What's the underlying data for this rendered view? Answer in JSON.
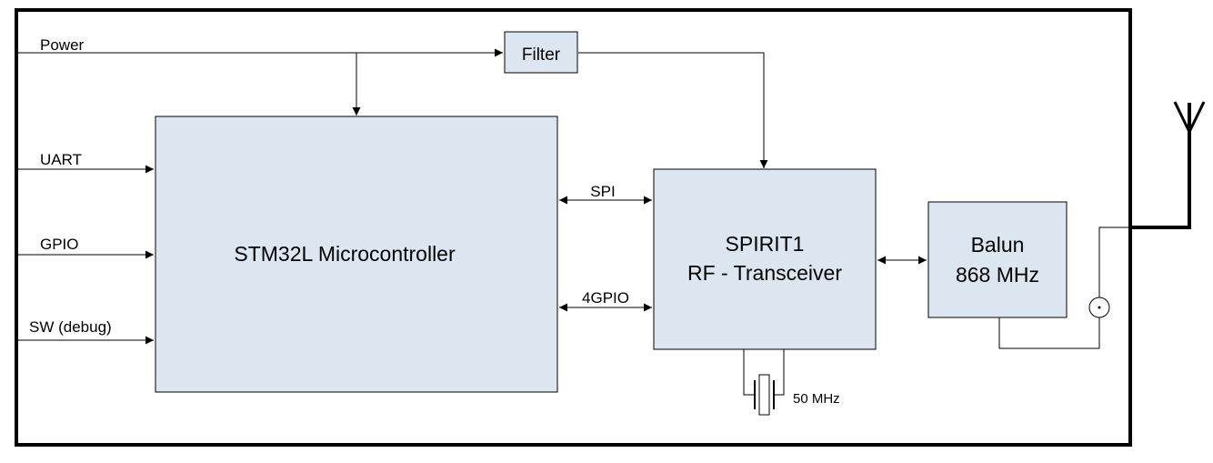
{
  "diagram": {
    "inputs": {
      "power": "Power",
      "uart": "UART",
      "gpio": "GPIO",
      "sw": "SW (debug)"
    },
    "blocks": {
      "filter": "Filter",
      "mcu": "STM32L Microcontroller",
      "transceiver_line1": "SPIRIT1",
      "transceiver_line2": "RF - Transceiver",
      "balun_line1": "Balun",
      "balun_line2": "868 MHz"
    },
    "links": {
      "spi": "SPI",
      "gpio4": "4GPIO"
    },
    "crystal": "50 MHz"
  }
}
